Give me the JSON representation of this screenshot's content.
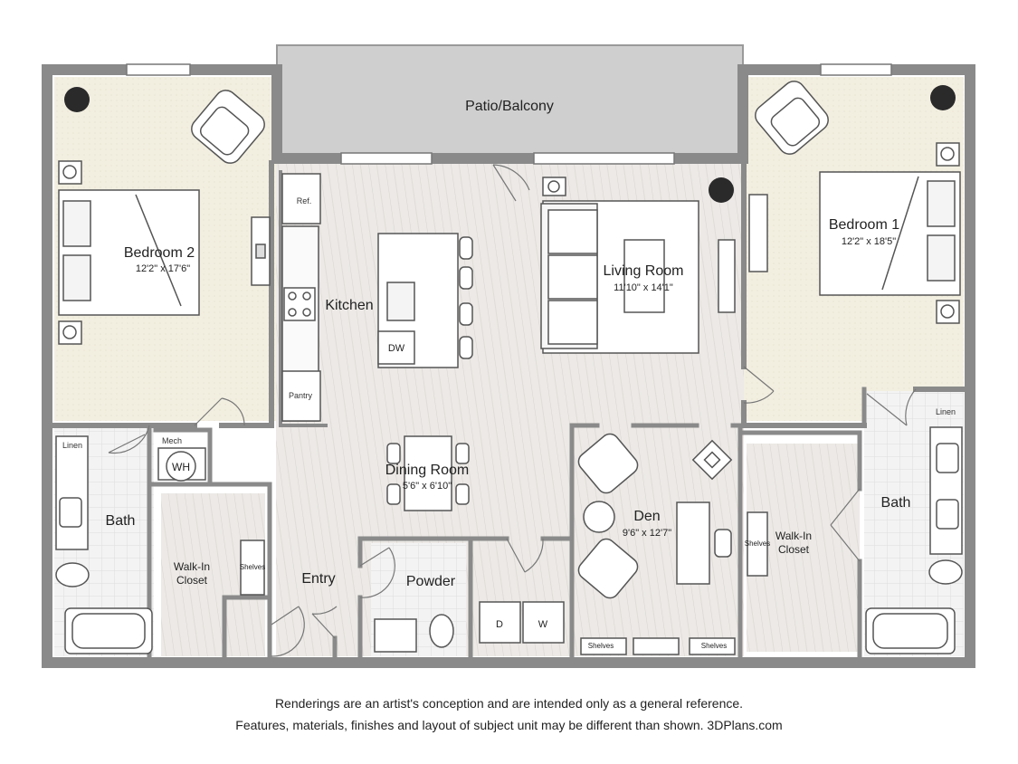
{
  "rooms": {
    "patio": {
      "name": "Patio/Balcony"
    },
    "bedroom2": {
      "name": "Bedroom 2",
      "dims": "12'2\" x 17'6\""
    },
    "bedroom1": {
      "name": "Bedroom 1",
      "dims": "12'2\" x 18'5\""
    },
    "living": {
      "name": "Living Room",
      "dims": "11'10\" x 14'1\""
    },
    "kitchen": {
      "name": "Kitchen"
    },
    "dining": {
      "name": "Dining Room",
      "dims": "5'6\" x 6'10\""
    },
    "den": {
      "name": "Den",
      "dims": "9'6\" x 12'7\""
    },
    "bath_left": {
      "name": "Bath"
    },
    "bath_right": {
      "name": "Bath"
    },
    "walkin_left": {
      "name": "Walk-In\nCloset"
    },
    "walkin_right": {
      "name": "Walk-In\nCloset"
    },
    "entry": {
      "name": "Entry"
    },
    "powder": {
      "name": "Powder"
    }
  },
  "fixtures": {
    "ref": "Ref.",
    "pantry": "Pantry",
    "dw": "DW",
    "mech": "Mech",
    "wh": "WH",
    "linen_left": "Linen",
    "linen_right": "Linen",
    "shelves_closet_left": "Shelves",
    "shelves_closet_right": "Shelves",
    "shelves_den_left": "Shelves",
    "shelves_den_right": "Shelves",
    "washer_d": "D",
    "washer_w": "W"
  },
  "disclaimer": {
    "line1": "Renderings are an artist's conception and are intended only as a general reference.",
    "line2": "Features, materials, finishes and layout of subject unit may be different than shown. 3DPlans.com"
  },
  "colors": {
    "wall": "#8a8a8a",
    "carpet": "#f2efe2",
    "wood": "#ece8e4",
    "tile": "#f1f1f1",
    "patio": "#cfcfcf"
  }
}
